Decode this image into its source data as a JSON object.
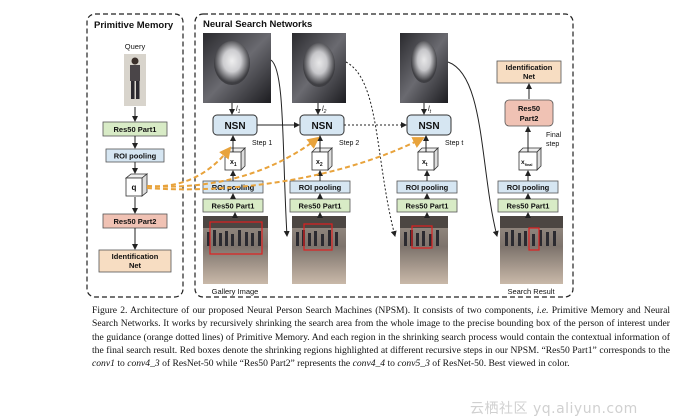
{
  "figure": {
    "primitive_memory_title": "Primitive Memory",
    "nsn_title": "Neural Search Networks",
    "query_label": "Query",
    "gallery_label": "Gallery Image",
    "search_result_label": "Search Result",
    "res50_part1": "Res50 Part1",
    "res50_part2": "Res50 Part2",
    "res50": "Res50",
    "part2": "Part2",
    "roi_pooling": "ROI pooling",
    "identification": "Identification",
    "net": "Net",
    "q": "q",
    "nsn": "NSN",
    "step1": "Step 1",
    "step2": "Step 2",
    "stept": "Step t",
    "final": "Final",
    "step": "step",
    "x1": "x",
    "x1_sub": "1",
    "x2": "x",
    "x2_sub": "2",
    "xt": "x",
    "xt_sub": "t",
    "xfinal": "x",
    "xfinal_sub": "final",
    "l1": "l",
    "l1_sub": "1",
    "l2": "l",
    "l2_sub": "2",
    "lt": "l",
    "lt_sub": "t",
    "colors": {
      "green_box": "#d8ebc6",
      "blue_box": "#d6e6f2",
      "salmon_box": "#f0c2b4",
      "peach_box": "#f7ddc2",
      "orange_arrow": "#e8a33c",
      "red_region": "#e02020"
    }
  },
  "caption": {
    "p01": "Figure 2. Architecture of our proposed Neural Person Search Machines (NPSM). It consists of two components, ",
    "p02": "i.e.",
    "p03": " Primitive Memory and Neural Search Networks. It works by recursively shrinking the search area from the whole image to the precise bounding box of the person of interest under the guidance (orange dotted lines) of Primitive Memory. And each region in the shrinking search process would contain the contextual information of the final search result. Red boxes denote the shrinking regions highlighted at different recursive steps in our NPSM. “Res50 Part1” corresponds to the ",
    "p04": "conv1",
    "p05": " to ",
    "p06": "conv4_3",
    "p07": " of ResNet-50 while “Res50 Part2” represents the ",
    "p08": "conv4_4",
    "p09": " to ",
    "p10": "conv5_3",
    "p11": " of ResNet-50. Best viewed in color."
  },
  "watermark": "云栖社区 yq.aliyun.com"
}
